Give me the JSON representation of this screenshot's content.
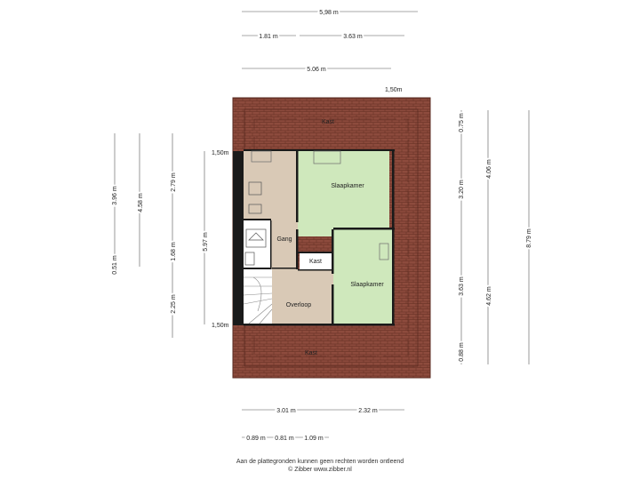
{
  "dimensions": {
    "top_total": "5,98 m",
    "top_left": "1.81 m",
    "top_right": "3.63 m",
    "top_inner": "5.06 m",
    "roof_height_top": "1,50m",
    "left_outer_top": "3.96 m",
    "left_outer_bottom": "0.51 m",
    "left_mid": "4.58 m",
    "left_inner_top": "2.79 m",
    "left_inner_mid": "1.68 m",
    "left_inner_bottom": "2.25 m",
    "left_total_inner": "5.97 m",
    "roof_height_left_top": "1,50m",
    "roof_height_left_bottom": "1,50m",
    "right_inner_top": "0.75 m",
    "right_inner_mid": "3.20 m",
    "right_inner_low": "3.63 m",
    "right_inner_bottom": "0.88 m",
    "right_mid_top": "4.06 m",
    "right_mid_bottom": "4.62 m",
    "right_total": "8.79 m",
    "bottom_left": "3.01 m",
    "bottom_right": "2.32 m",
    "bottom_small_1": "0.89 m",
    "bottom_small_2": "0.81 m",
    "bottom_small_3": "1.09 m"
  },
  "rooms": {
    "kast_top": "Kast",
    "slaapkamer_1": "Slaapkamer",
    "gang": "Gang",
    "kast_mid": "Kast",
    "slaapkamer_2": "Slaapkamer",
    "overloop": "Overloop",
    "kast_bottom": "Kast"
  },
  "footer": {
    "line1": "Aan de plattegronden kunnen geen rechten worden ontleend",
    "line2": "© Zibber www.zibber.nl"
  },
  "colors": {
    "roof": "#8b4a3c",
    "bedroom": "#cfe8bc",
    "hall": "#d9c9b6",
    "wall": "#1a1a1a"
  }
}
